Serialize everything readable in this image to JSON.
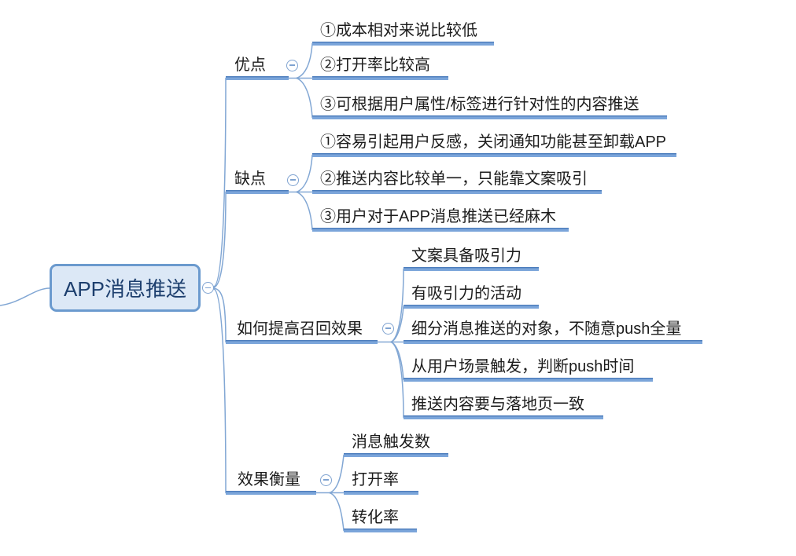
{
  "colors": {
    "background": "#ffffff",
    "connector_line": "#82a7d4",
    "underline_fill": "#7ba5da",
    "underline_edge": "#4f7fbd",
    "root_fill": "#dce8f6",
    "root_border": "#6b9ace",
    "root_text": "#1d3f6e",
    "node_text": "#1c1c1c"
  },
  "icons": {
    "collapse": "minus-circle"
  },
  "mindmap": {
    "root": {
      "label": "APP消息推送"
    },
    "branches": [
      {
        "label": "优点",
        "children": [
          "①成本相对来说比较低",
          "②打开率比较高",
          "③可根据用户属性/标签进行针对性的内容推送"
        ]
      },
      {
        "label": "缺点",
        "children": [
          "①容易引起用户反感，关闭通知功能甚至卸载APP",
          "②推送内容比较单一，只能靠文案吸引",
          "③用户对于APP消息推送已经麻木"
        ]
      },
      {
        "label": "如何提高召回效果",
        "children": [
          "文案具备吸引力",
          "有吸引力的活动",
          "细分消息推送的对象，不随意push全量",
          "从用户场景触发，判断push时间",
          "推送内容要与落地页一致"
        ]
      },
      {
        "label": "效果衡量",
        "children": [
          "消息触发数",
          "打开率",
          "转化率"
        ]
      }
    ]
  }
}
